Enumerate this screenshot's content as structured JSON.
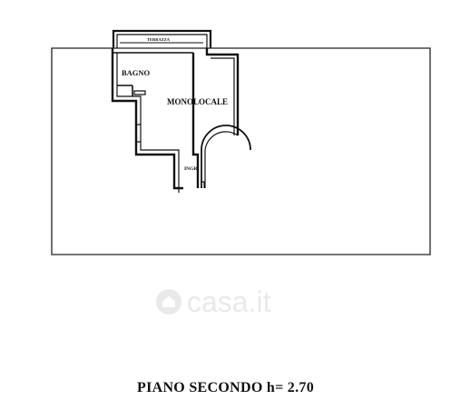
{
  "plan": {
    "rooms": {
      "terrace": "TERRAZZA",
      "bathroom": "BAGNO",
      "studio": "MONOLOCALE",
      "entrance": "INGR."
    },
    "caption": "PIANO SECONDO h= 2.70"
  },
  "watermark": {
    "text": "casa.it",
    "icon": "house-circle-icon"
  }
}
